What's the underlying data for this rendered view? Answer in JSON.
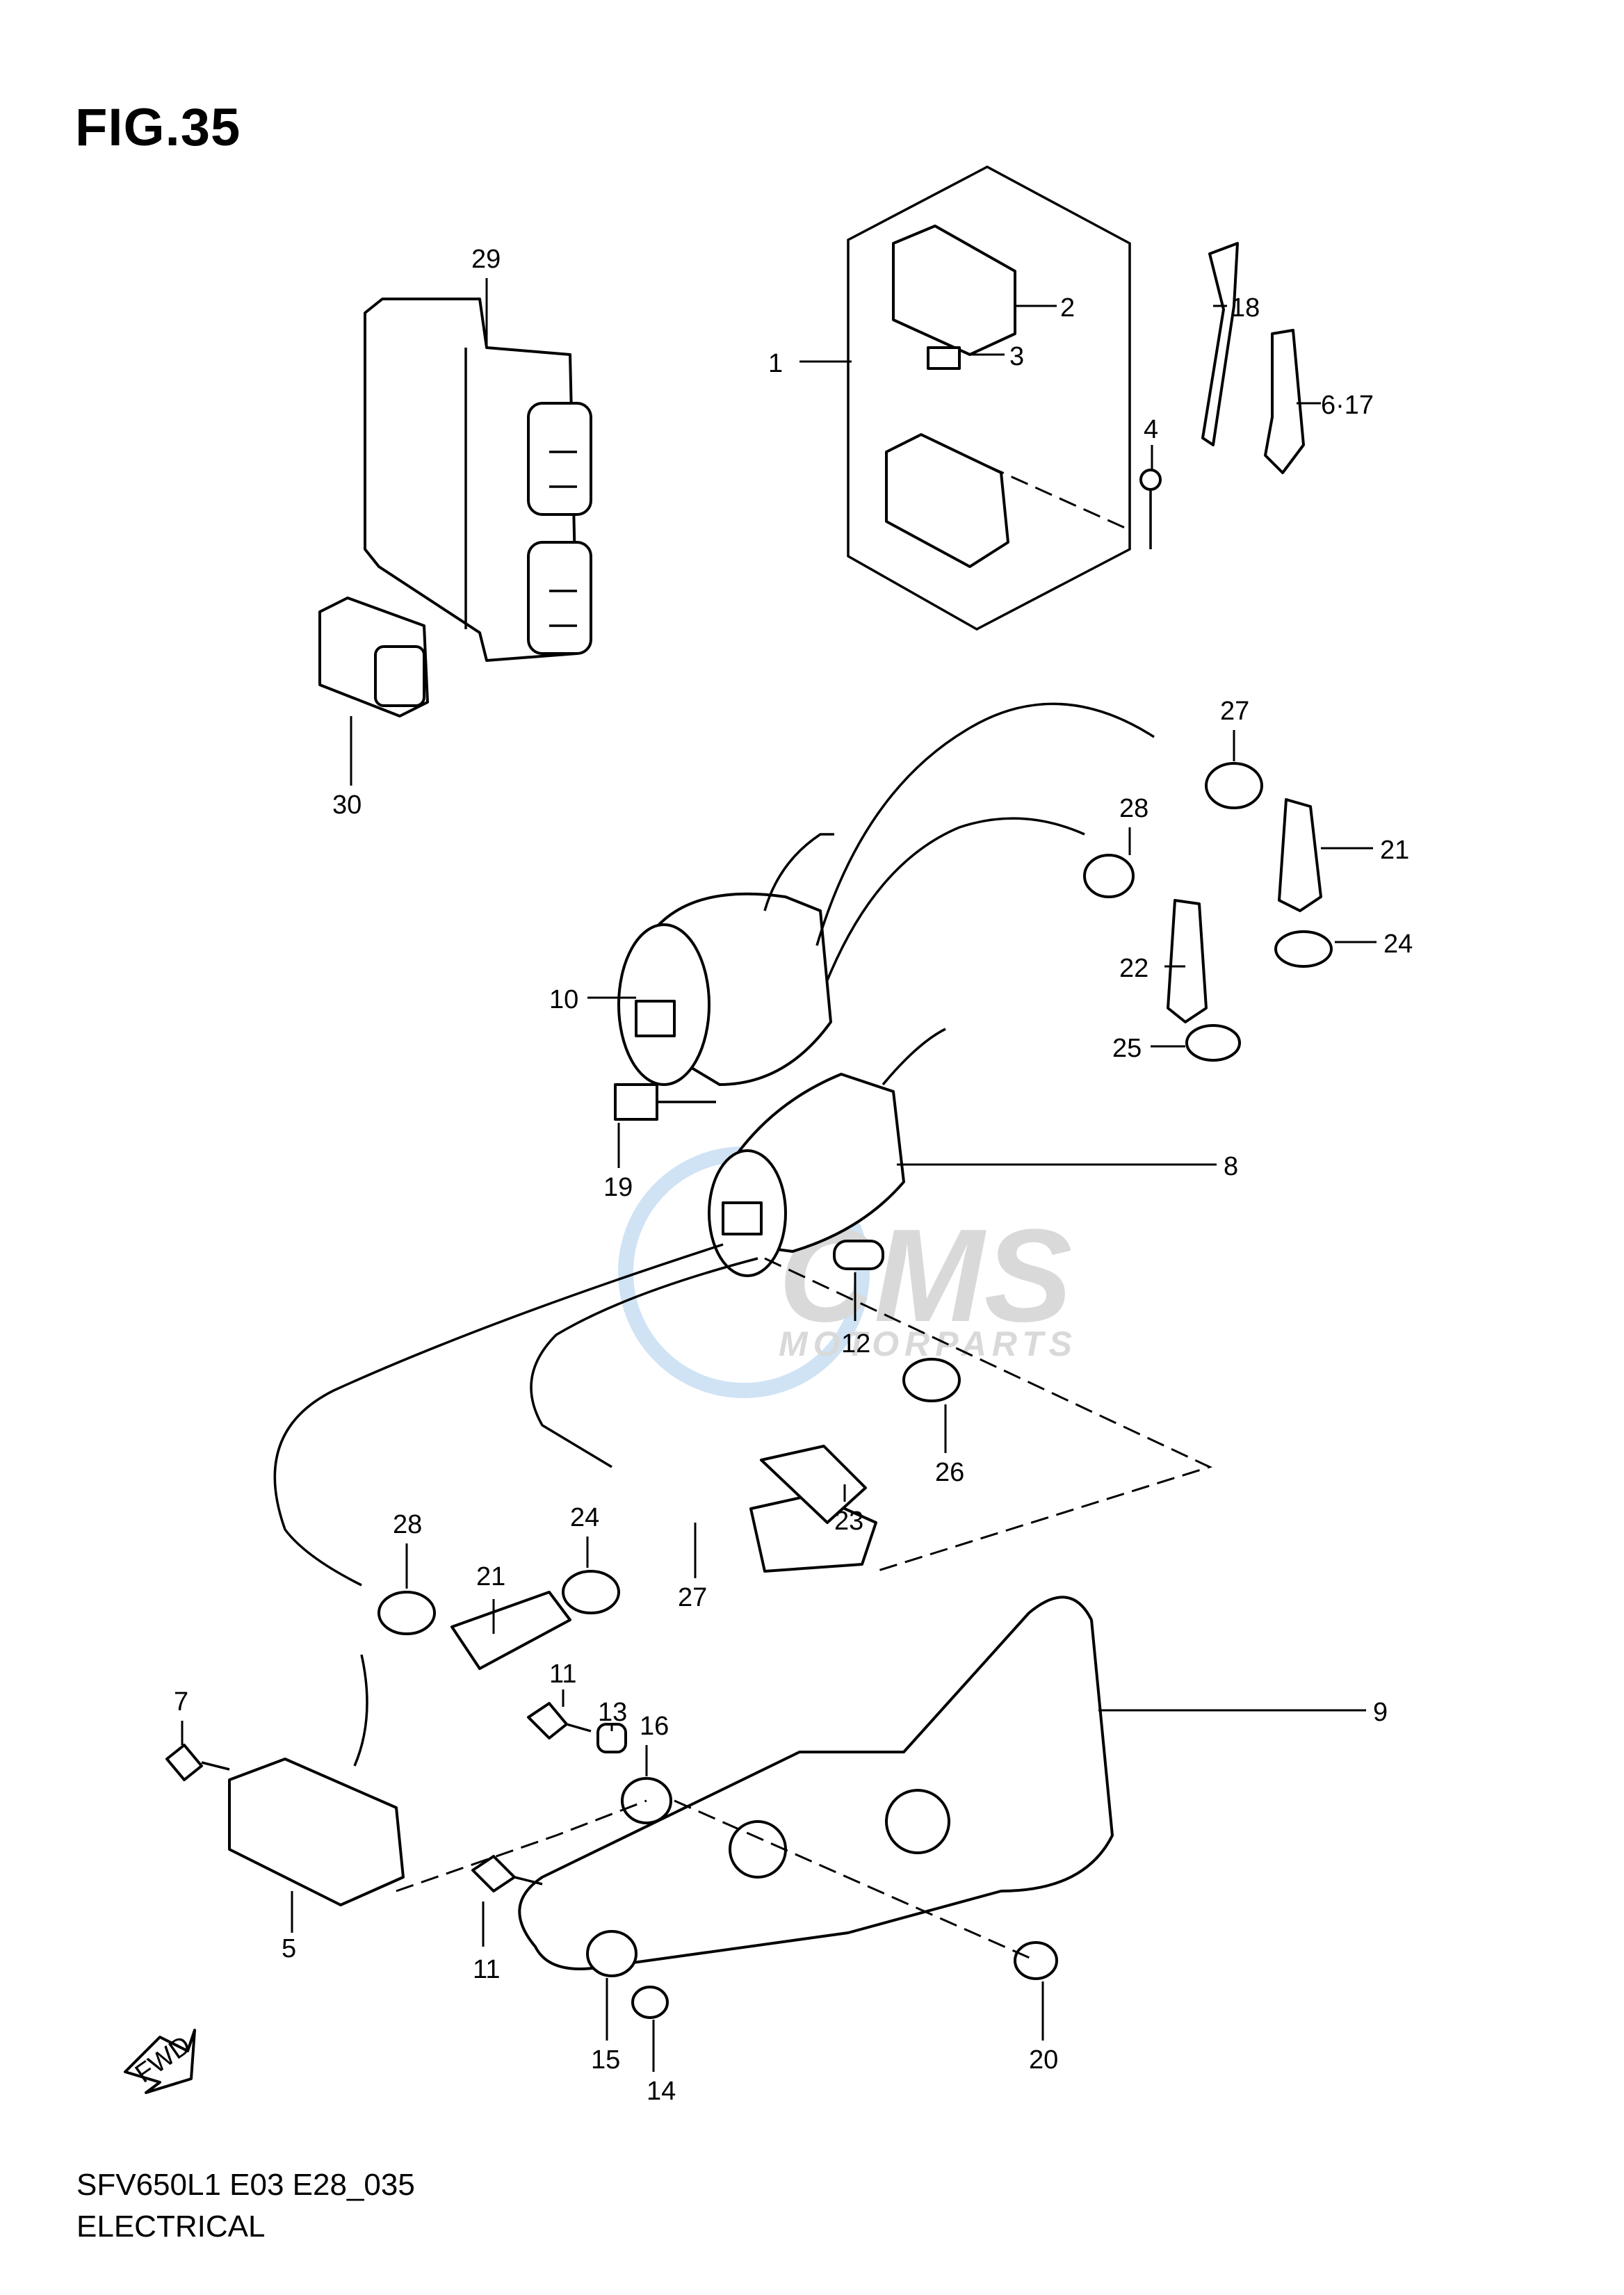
{
  "figure": {
    "title": "FIG.35",
    "model_code": "SFV650L1 E03 E28_035",
    "section": "ELECTRICAL"
  },
  "watermark": {
    "brand": "CMS",
    "subtitle": "MOTORPARTS",
    "colors": {
      "globe": "#cfe3f5",
      "text": "#d9d9d9"
    }
  },
  "fwd_label": "FWD",
  "callouts": [
    "1",
    "2",
    "3",
    "4",
    "5",
    "6·17",
    "7",
    "8",
    "9",
    "10",
    "11",
    "11",
    "12",
    "13",
    "14",
    "15",
    "16",
    "18",
    "19",
    "20",
    "21",
    "21",
    "22",
    "23",
    "24",
    "24",
    "25",
    "26",
    "27",
    "27",
    "28",
    "28",
    "29",
    "30"
  ]
}
